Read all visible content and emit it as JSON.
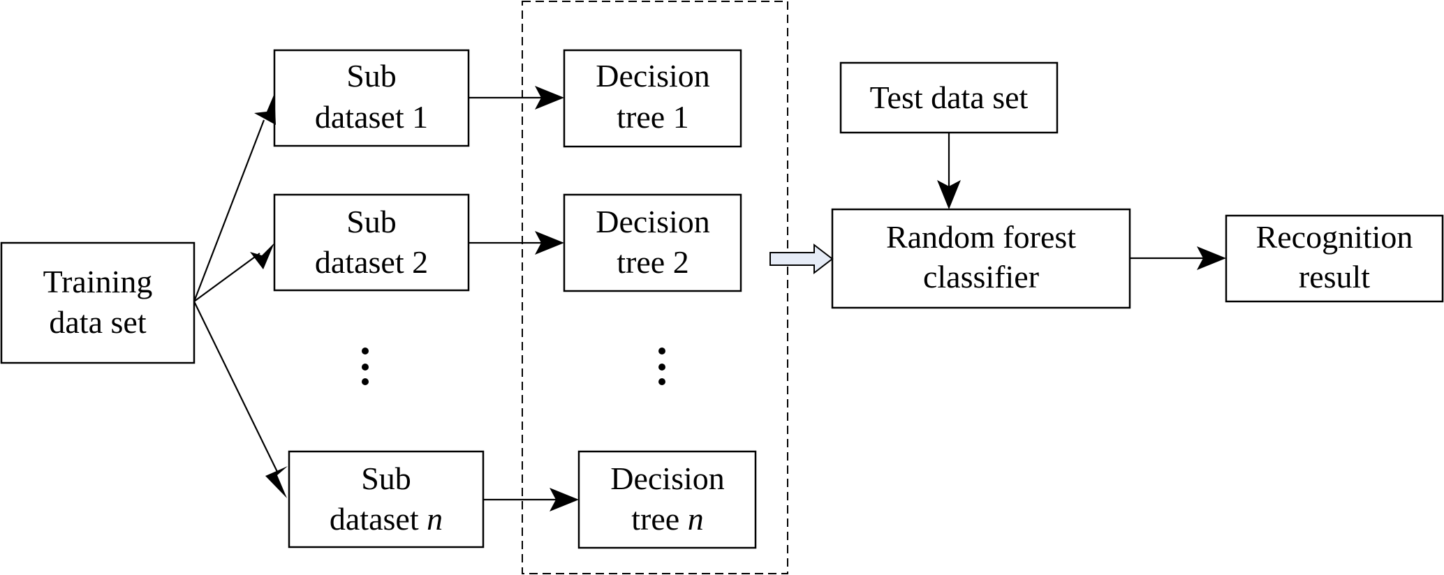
{
  "nodes": {
    "training": {
      "line1": "Training",
      "line2": "data set"
    },
    "sub1": {
      "line1": "Sub",
      "line2": "dataset 1"
    },
    "sub2": {
      "line1": "Sub",
      "line2": "dataset 2"
    },
    "subn": {
      "line1": "Sub",
      "line2": "dataset ",
      "var": "n"
    },
    "tree1": {
      "line1": "Decision",
      "line2": "tree 1"
    },
    "tree2": {
      "line1": "Decision",
      "line2": "tree 2"
    },
    "treen": {
      "line1": "Decision",
      "line2": "tree ",
      "var": "n"
    },
    "test": {
      "line1": "Test data set"
    },
    "rf": {
      "line1": "Random forest",
      "line2": "classifier"
    },
    "result": {
      "line1": "Recognition",
      "line2": "result"
    }
  },
  "colors": {
    "hollow_arrow_fill": "#e6ecf7"
  }
}
